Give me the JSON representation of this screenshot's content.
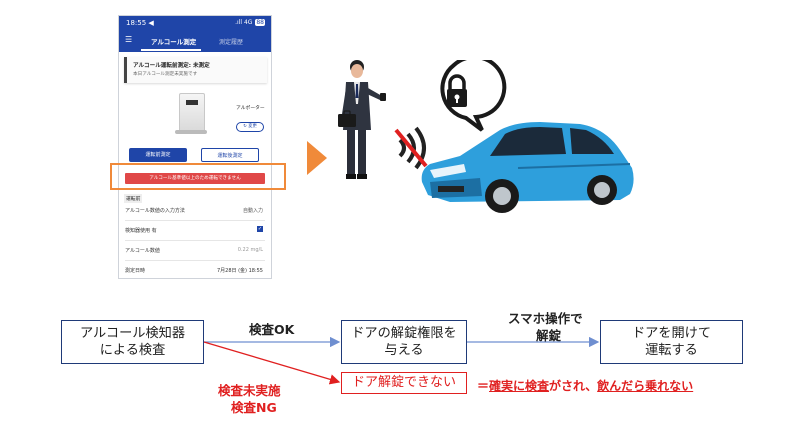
{
  "phone": {
    "time": "18:55 ◀",
    "signal": ".ıll 4G",
    "battery": "88",
    "tab_active": "アルコール測定",
    "tab_history": "測定履歴",
    "status_title": "アルコール運転前測定: 未測定",
    "status_sub": "本日アルコール測定未実施です",
    "device_label": "アルポーター",
    "change_button": "変更",
    "btn_before": "運転前測定",
    "btn_after": "運転後測定",
    "warning": "アルコール基準値以上のため運転できません",
    "section": "運転前",
    "rows": [
      {
        "key": "アルコール数値の入力方法",
        "value": "自動入力"
      },
      {
        "key": "検知器使用 有",
        "value": ""
      },
      {
        "key": "アルコール数値",
        "value": "0.22 mg/L"
      },
      {
        "key": "測定日時",
        "value": "7月28日 (金) 18:55"
      }
    ]
  },
  "diagram": {
    "box1_line1": "アルコール検知器",
    "box1_line2": "による検査",
    "label_ok": "検査OK",
    "box2_line1": "ドアの解錠権限を",
    "box2_line2": "与える",
    "label_smartphone_line1": "スマホ操作で",
    "label_smartphone_line2": "解錠",
    "box3_line1": "ドアを開けて",
    "box3_line2": "運転する",
    "label_ng_line1": "検査未実施",
    "label_ng_line2": "検査NG",
    "box_ng": "ドア解錠できない",
    "conclusion_prefix": "＝",
    "conclusion_part1": "確実に検査",
    "conclusion_mid": "がされ、",
    "conclusion_part2": "飲んだら乗れない"
  },
  "colors": {
    "app_blue": "#1f45a8",
    "warning_red": "#e04848",
    "highlight_orange": "#f08a3a",
    "box_border": "#1f3a78",
    "ng_red": "#e02020",
    "arrow_blue": "#6f8fd0",
    "car_blue": "#2e9fdc"
  }
}
